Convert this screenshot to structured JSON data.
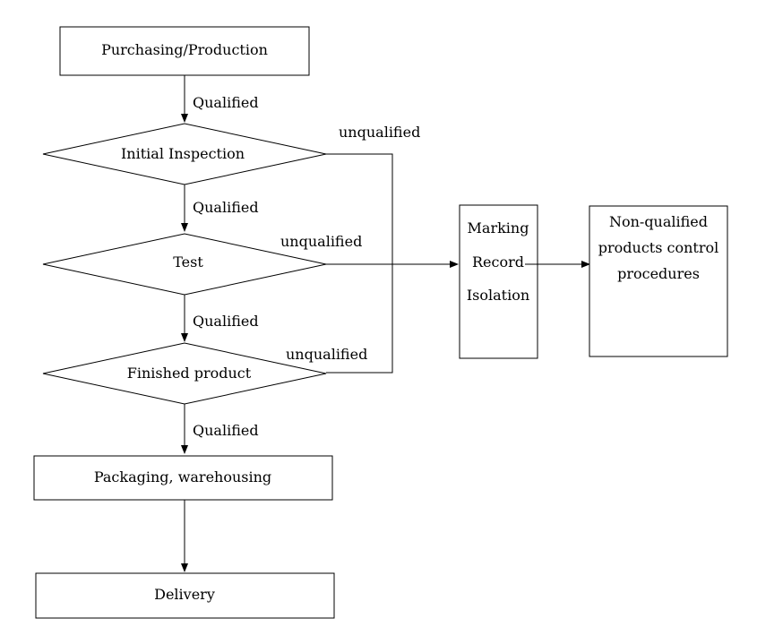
{
  "nodes": {
    "purchasing": "Purchasing/Production",
    "initial_inspection": "Initial Inspection",
    "test": "Test",
    "finished_product": "Finished product",
    "packaging": "Packaging, warehousing",
    "delivery": "Delivery",
    "marking_lines": [
      "Marking",
      "Record",
      "Isolation"
    ],
    "nonqualified_lines": [
      "Non-qualified",
      "products control",
      "procedures"
    ]
  },
  "edge_labels": {
    "qualified": "Qualified",
    "unqualified": "unqualified"
  },
  "colors": {
    "stroke": "#000000",
    "background": "#ffffff"
  }
}
